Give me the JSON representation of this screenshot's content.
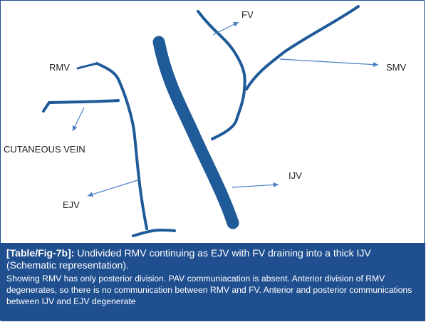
{
  "labels": {
    "fv": "FV",
    "rmv": "RMV",
    "smv": "SMV",
    "cutaneous_vein": "CUTANEOUS VEIN",
    "ijv": "IJV",
    "ejv": "EJV"
  },
  "caption": {
    "ref": "[Table/Fig-7b]:",
    "title": "Undivided RMV continuing as EJV with FV draining into a thick IJV (Schematic representation).",
    "body": "Showing RMV has only posterior division. PAV communiacation is absent. Anterior division of RMV degenerates, so there is no communication between RMV and FV. Anterior and posterior communications between IJV and EJV degenerate"
  },
  "colors": {
    "vein": "#1f5a99",
    "arrow": "#4a7fc1",
    "caption_bg": "#1f4f8f",
    "caption_text": "#ffffff",
    "label_text": "#222222"
  }
}
